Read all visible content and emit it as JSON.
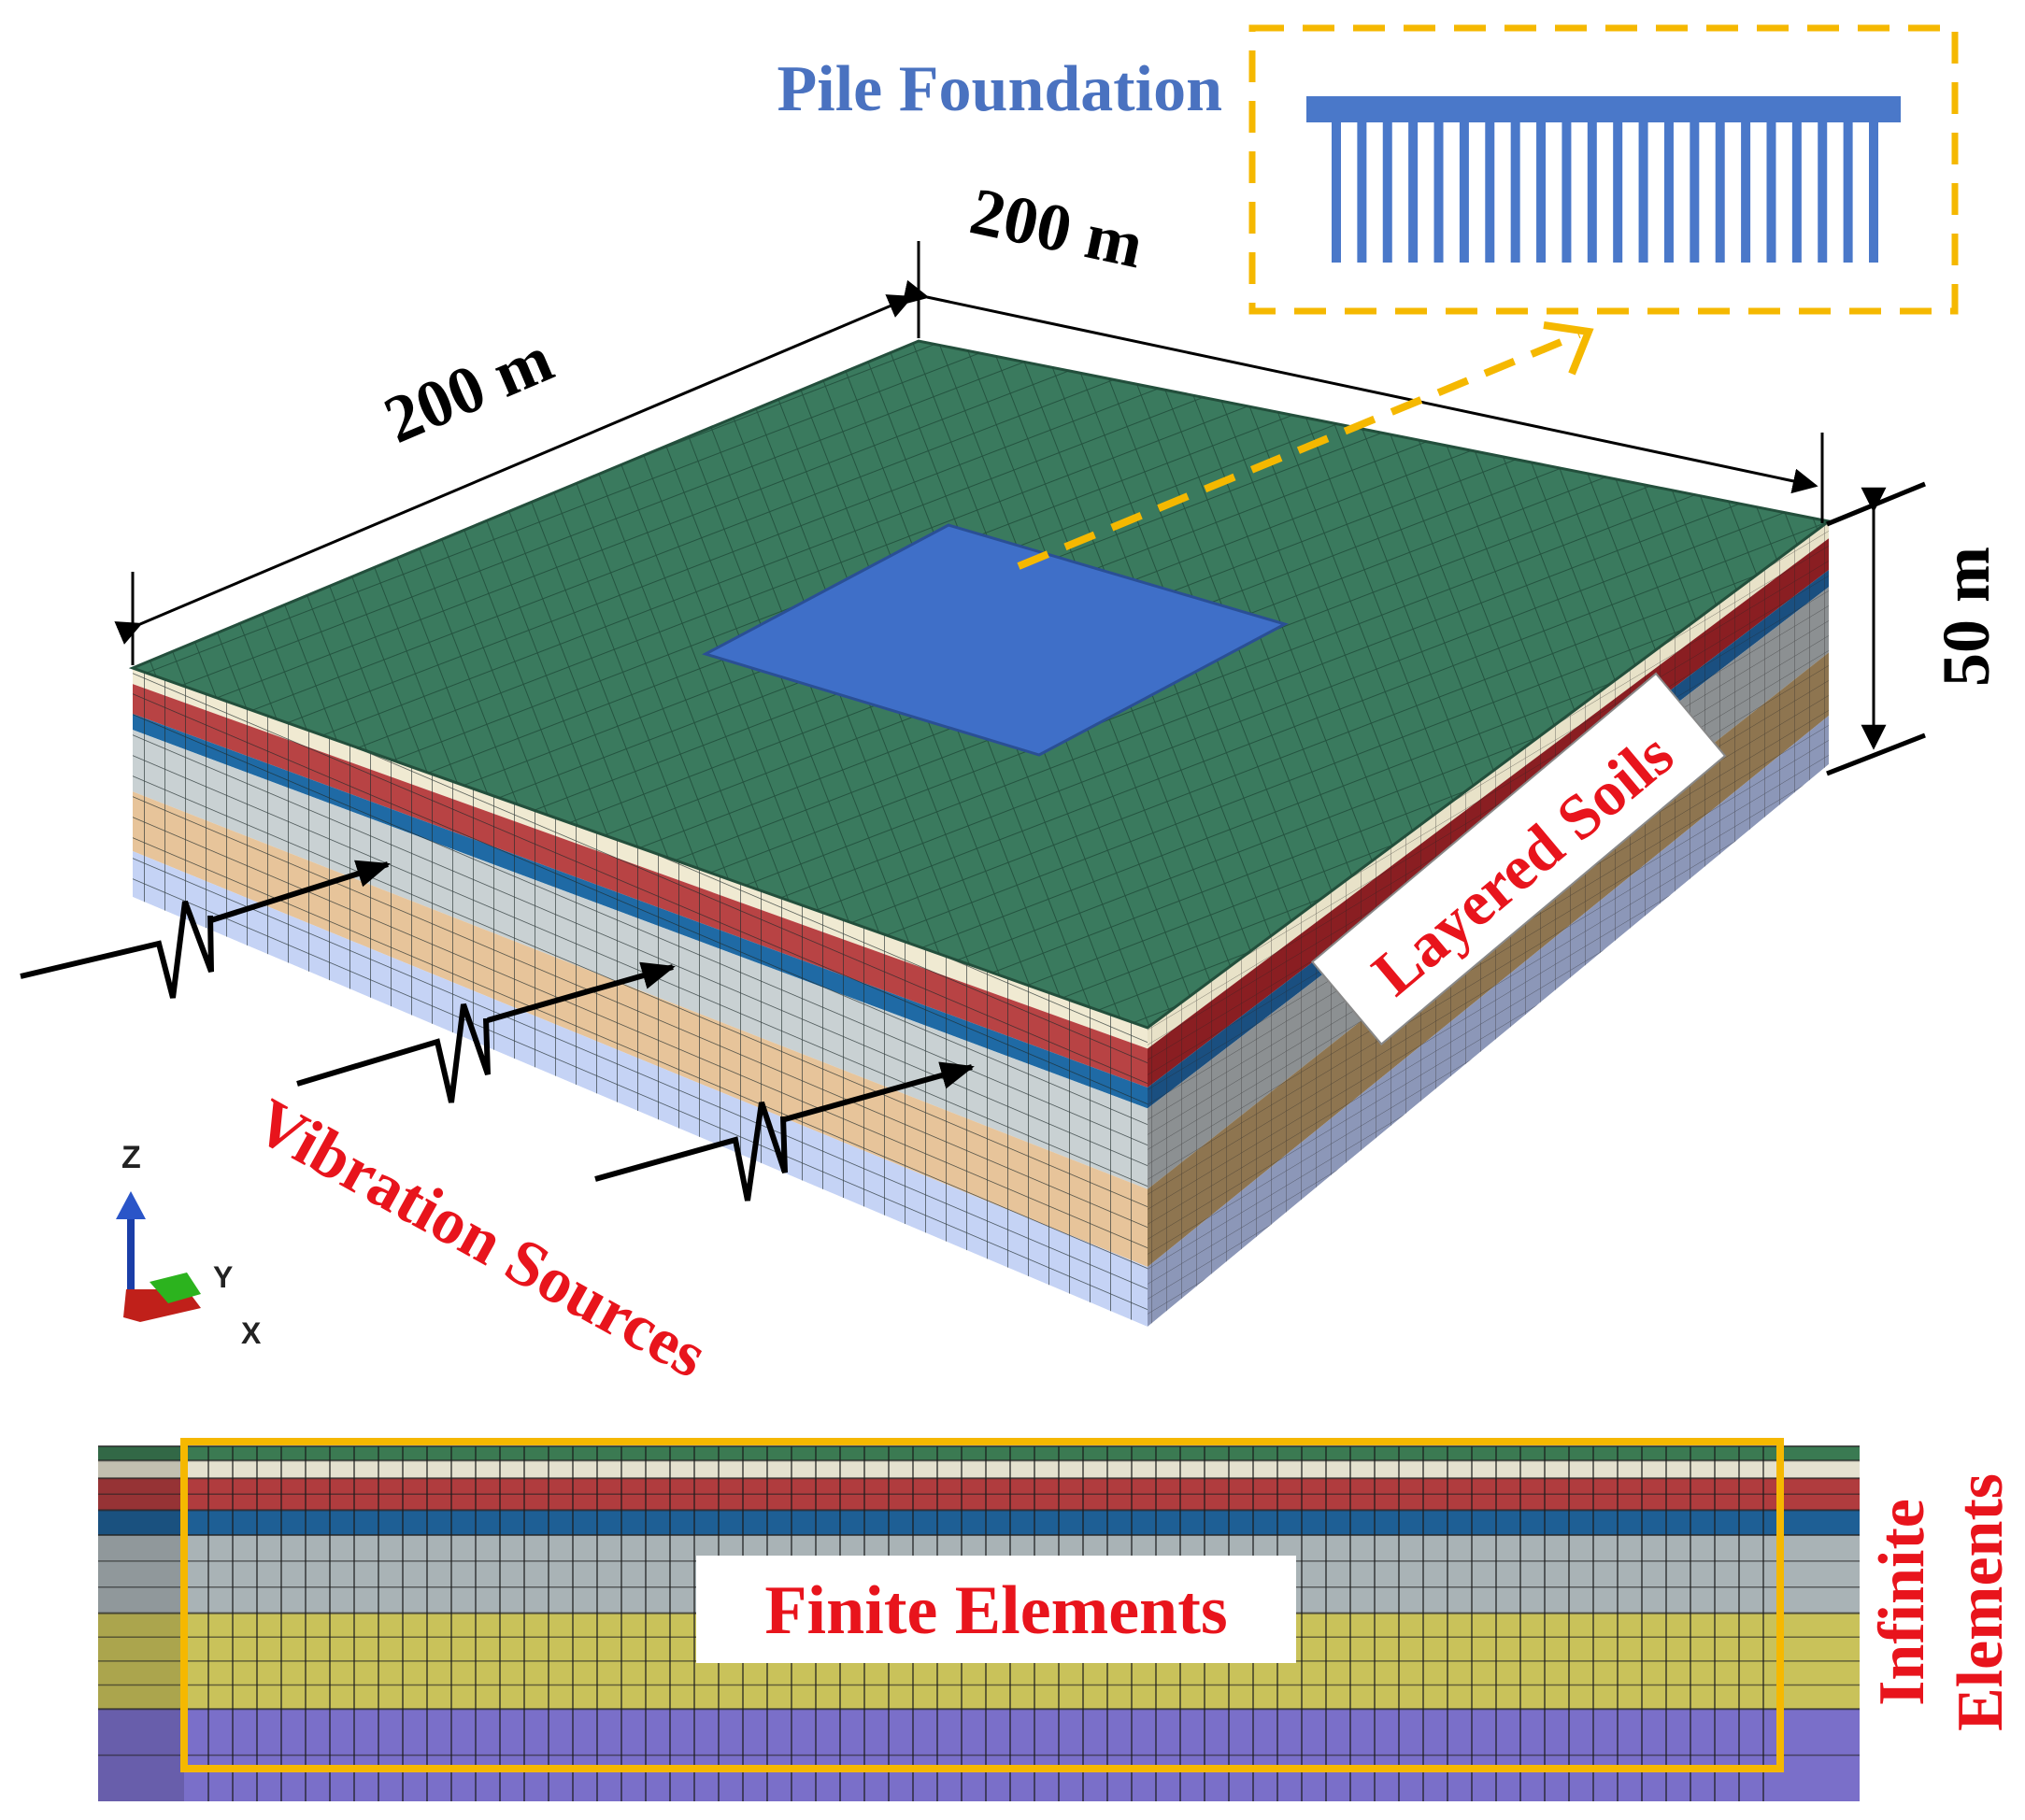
{
  "labels": {
    "pile_foundation": "Pile Foundation",
    "dim_left": "200 m",
    "dim_right": "200 m",
    "dim_height": "50 m",
    "layered_soils": "Layered Soils",
    "vibration_sources": "Vibration Sources",
    "finite_elements": "Finite Elements",
    "infinite_line1": "Infinite",
    "infinite_line2": "Elements"
  },
  "axes_triad": {
    "z": "Z",
    "y": "Y",
    "x": "X"
  },
  "colors": {
    "top_surface": "#3a7a5e",
    "foundation": "#3f6fc8",
    "pile": "#4a78c9",
    "dim_text": "#000000",
    "pile_label": "#4a72c0",
    "red_label": "#e8141c",
    "callout": "#f5b800",
    "cross_section_frame": "#f5b800"
  },
  "soil_layers": [
    {
      "name": "cream",
      "color": "#f0ead2"
    },
    {
      "name": "red",
      "color": "#b84344"
    },
    {
      "name": "blue",
      "color": "#1f6aa5"
    },
    {
      "name": "light-grey",
      "color": "#c9d1d3"
    },
    {
      "name": "tan",
      "color": "#e7c49a"
    },
    {
      "name": "light-blue",
      "color": "#c5d3f5"
    }
  ],
  "cross_section_layers": [
    {
      "name": "green",
      "color": "#3b7a52"
    },
    {
      "name": "cream",
      "color": "#e4e1cf"
    },
    {
      "name": "red",
      "color": "#b03c3e"
    },
    {
      "name": "blue",
      "color": "#1e5f95"
    },
    {
      "name": "grey",
      "color": "#a9b3b6"
    },
    {
      "name": "olive",
      "color": "#c9c25a"
    },
    {
      "name": "purple",
      "color": "#7a6fc9"
    }
  ]
}
